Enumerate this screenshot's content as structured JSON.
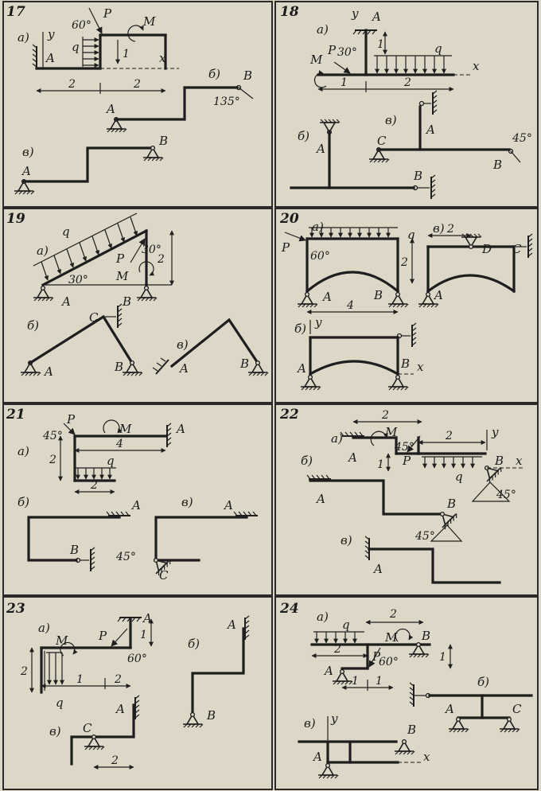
{
  "problems": [
    {
      "number": "17",
      "labels": {
        "part_a": "а)",
        "part_b": "б)",
        "part_c": "в)",
        "y": "y",
        "x": "x",
        "A": "A",
        "B": "B",
        "P": "P",
        "M": "M",
        "q": "q",
        "angle1": "60°",
        "angle2": "135°",
        "len1": "1",
        "d1": "2",
        "d2": "2"
      }
    },
    {
      "number": "18",
      "labels": {
        "part_a": "а)",
        "part_b": "б)",
        "part_c": "в)",
        "y": "y",
        "x": "x",
        "A": "A",
        "B": "B",
        "C": "C",
        "P": "P",
        "M": "M",
        "q": "q",
        "angle1": "30°",
        "angle2": "45°",
        "len1": "1",
        "d1": "1",
        "d2": "2"
      }
    },
    {
      "number": "19",
      "labels": {
        "part_a": "а)",
        "part_b": "б)",
        "part_c": "в)",
        "A": "A",
        "B": "B",
        "C": "C",
        "P": "P",
        "M": "M",
        "q": "q",
        "angle1": "30°",
        "angle2": "30°",
        "d1": "2"
      }
    },
    {
      "number": "20",
      "labels": {
        "part_a": "а)",
        "part_b": "б)",
        "part_c": "в)",
        "y": "y",
        "x": "x",
        "A": "A",
        "B": "B",
        "C": "C",
        "D": "D",
        "P": "P",
        "q": "q",
        "angle1": "60°",
        "d1": "2",
        "d2": "4",
        "d3": "2"
      }
    },
    {
      "number": "21",
      "labels": {
        "part_a": "а)",
        "part_b": "б)",
        "part_c": "в)",
        "A": "A",
        "B": "B",
        "C": "C",
        "P": "P",
        "M": "M",
        "q": "q",
        "angle1": "45°",
        "angle2": "45°",
        "d1": "2",
        "d2": "4",
        "d3": "2"
      }
    },
    {
      "number": "22",
      "labels": {
        "part_a": "а)",
        "part_b": "б)",
        "part_c": "в)",
        "y": "y",
        "x": "x",
        "A": "A",
        "B": "B",
        "P": "P",
        "M": "M",
        "q": "q",
        "angle1": "45°",
        "angle2": "45°",
        "angle3": "45°",
        "len1": "1",
        "d1": "2",
        "d2": "2"
      }
    },
    {
      "number": "23",
      "labels": {
        "part_a": "а)",
        "part_b": "б)",
        "part_c": "в)",
        "A": "A",
        "B": "B",
        "C": "C",
        "P": "P",
        "M": "M",
        "q": "q",
        "angle1": "60°",
        "len1": "1",
        "d1": "2",
        "d2": "1",
        "d3": "2",
        "d4": "2"
      }
    },
    {
      "number": "24",
      "labels": {
        "part_a": "а)",
        "part_b": "б)",
        "part_c": "в)",
        "y": "y",
        "x": "x",
        "A": "A",
        "B": "B",
        "C": "C",
        "P": "P",
        "M": "M",
        "q": "q",
        "angle1": "60°",
        "len1": "1",
        "d1": "2",
        "d2": "2",
        "d3": "1",
        "d4": "1"
      }
    }
  ]
}
